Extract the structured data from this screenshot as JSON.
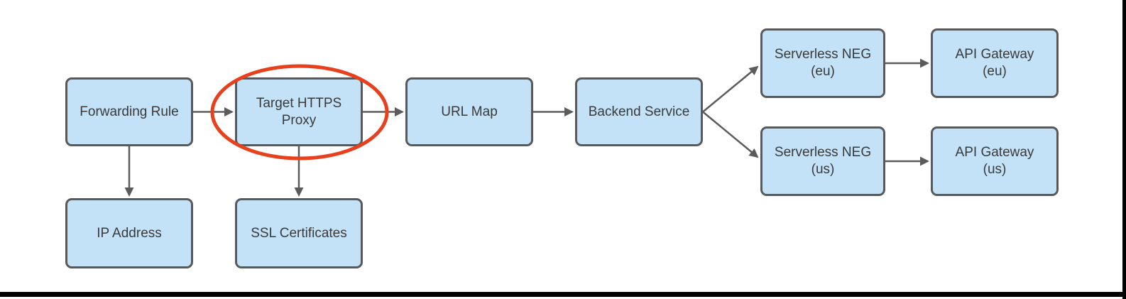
{
  "diagram_type": "flowchart",
  "nodes": {
    "forwarding_rule": {
      "label": "Forwarding Rule"
    },
    "target_https_proxy": {
      "label": "Target HTTPS\nProxy"
    },
    "url_map": {
      "label": "URL Map"
    },
    "backend_service": {
      "label": "Backend Service"
    },
    "serverless_neg_eu": {
      "label": "Serverless NEG\n(eu)"
    },
    "api_gateway_eu": {
      "label": "API Gateway\n(eu)"
    },
    "serverless_neg_us": {
      "label": "Serverless NEG\n(us)"
    },
    "api_gateway_us": {
      "label": "API Gateway\n(us)"
    },
    "ip_address": {
      "label": "IP Address"
    },
    "ssl_certificates": {
      "label": "SSL Certificates"
    }
  },
  "edges": [
    {
      "from": "forwarding_rule",
      "to": "target_https_proxy"
    },
    {
      "from": "target_https_proxy",
      "to": "url_map"
    },
    {
      "from": "url_map",
      "to": "backend_service"
    },
    {
      "from": "backend_service",
      "to": "serverless_neg_eu"
    },
    {
      "from": "backend_service",
      "to": "serverless_neg_us"
    },
    {
      "from": "serverless_neg_eu",
      "to": "api_gateway_eu"
    },
    {
      "from": "serverless_neg_us",
      "to": "api_gateway_us"
    },
    {
      "from": "forwarding_rule",
      "to": "ip_address"
    },
    {
      "from": "target_https_proxy",
      "to": "ssl_certificates"
    }
  ],
  "annotations": {
    "highlight": "red ellipse drawn around the Target HTTPS Proxy node"
  },
  "colors": {
    "node_fill": "#c3e2f7",
    "node_border": "#58595b",
    "arrow": "#5b5b5b",
    "text": "#3a3a3a",
    "highlight": "#e8401c",
    "frame": "#000000"
  }
}
